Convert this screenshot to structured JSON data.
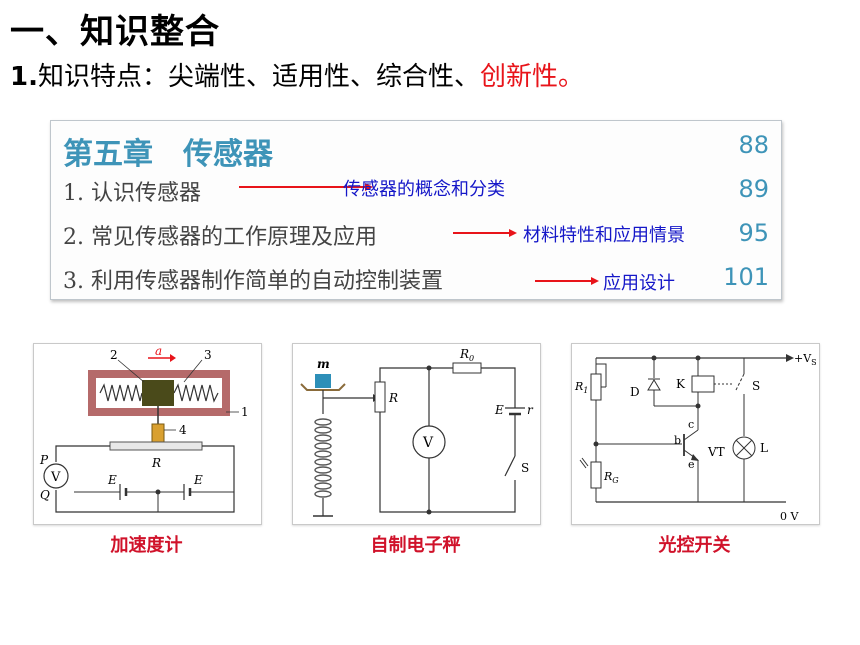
{
  "heading": "一、知识整合",
  "subheading": {
    "prefix": "1.",
    "text": "知识特点：尖端性、适用性、综合性、",
    "highlight": "创新性。"
  },
  "toc": {
    "chapter_title": "第五章　传感器",
    "chapter_page": "88",
    "items": [
      {
        "label": "1. 认识传感器",
        "note": "传感器的概念和分类",
        "page": "89"
      },
      {
        "label": "2. 常见传感器的工作原理及应用",
        "note": "材料特性和应用情景",
        "page": "95"
      },
      {
        "label": "3. 利用传感器制作简单的自动控制装置",
        "note": "应用设计",
        "page": "101"
      }
    ]
  },
  "diagrams": [
    {
      "caption": "加速度计",
      "labels": {
        "mark2": "2",
        "accel": "a",
        "mark3": "3",
        "mark1": "1",
        "mark4": "4",
        "P": "P",
        "Q": "Q",
        "R": "R",
        "E1": "E",
        "E2": "E",
        "V": "V"
      }
    },
    {
      "caption": "自制电子秤",
      "labels": {
        "m": "m",
        "R": "R",
        "R0": "R",
        "R0_sub": "0",
        "E": "E",
        "r": "r",
        "S": "S",
        "V": "V"
      }
    },
    {
      "caption": "光控开关",
      "labels": {
        "Vs": "+V",
        "Vs_sub": "S",
        "R1": "R",
        "R1_sub": "1",
        "D": "D",
        "K": "K",
        "S": "S",
        "c": "c",
        "b": "b",
        "e": "e",
        "VT": "VT",
        "L": "L",
        "RG": "R",
        "RG_sub": "G",
        "zero": "0 V"
      }
    }
  ],
  "colors": {
    "accent_red": "#e8141a",
    "toc_blue": "#3e94b8",
    "note_blue": "#1517c8",
    "caption_red": "#d0122a"
  }
}
